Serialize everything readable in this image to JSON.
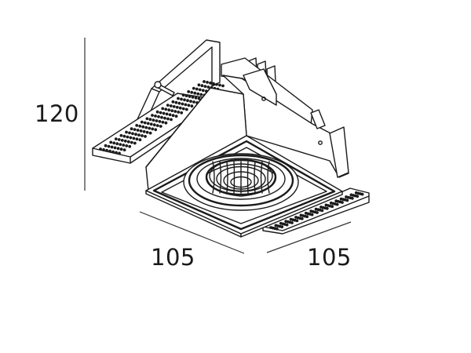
{
  "dimensions": {
    "height": "120",
    "width_left": "105",
    "width_right": "105"
  },
  "colors": {
    "line": "#1a1a1a",
    "background": "#ffffff"
  }
}
